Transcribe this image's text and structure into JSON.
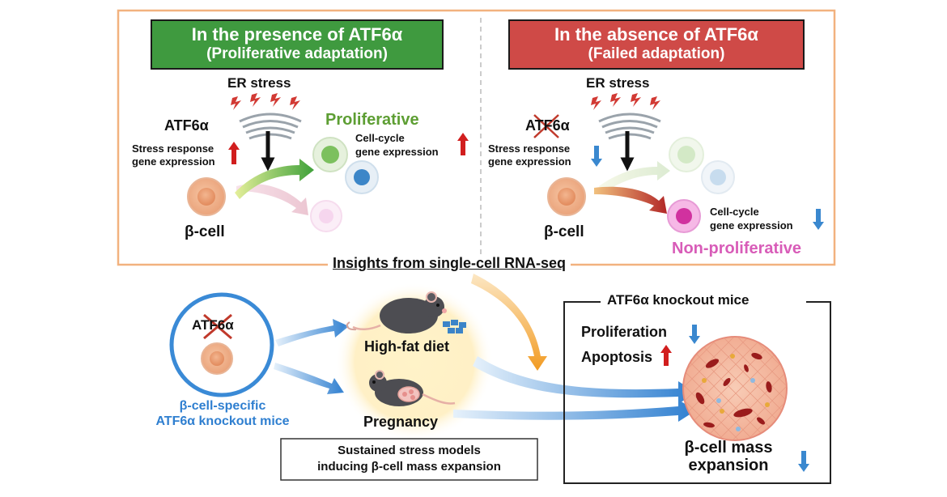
{
  "top_left": {
    "banner_line1": "In the presence of ATF6α",
    "banner_line2": "(Proliferative adaptation)",
    "er_stress": "ER stress",
    "atf6": "ATF6α",
    "stress_response_line1": "Stress response",
    "stress_response_line2": "gene expression",
    "beta_cell": "β-cell",
    "proliferative": "Proliferative",
    "cell_cycle_line1": "Cell-cycle",
    "cell_cycle_line2": "gene expression"
  },
  "top_right": {
    "banner_line1": "In the absence of ATF6α",
    "banner_line2": "(Failed adaptation)",
    "er_stress": "ER stress",
    "atf6": "ATF6α",
    "stress_response_line1": "Stress response",
    "stress_response_line2": "gene expression",
    "beta_cell": "β-cell",
    "cell_cycle_line1": "Cell-cycle",
    "cell_cycle_line2": "gene expression",
    "non_proliferative": "Non-proliferative"
  },
  "insights": "Insights from single-cell RNA-seq",
  "bottom": {
    "knockout_atf6": "ATF6α",
    "knockout_label_line1": "β-cell-specific",
    "knockout_label_line2": "ATF6α knockout mice",
    "high_fat_diet": "High-fat diet",
    "pregnancy": "Pregnancy",
    "models_line1": "Sustained stress models",
    "models_line2": "inducing β-cell mass expansion",
    "ko_box_title": "ATF6α knockout mice",
    "proliferation": "Proliferation",
    "apoptosis": "Apoptosis",
    "mass_line1": "β-cell mass",
    "mass_line2": "expansion"
  },
  "colors": {
    "green_banner": "#3f9a3f",
    "red_banner": "#cf4a47",
    "frame_orange": "#f2b27f",
    "blue": "#2f7fd0",
    "magenta": "#d85cb8",
    "proliferative_green": "#5d9e33"
  }
}
